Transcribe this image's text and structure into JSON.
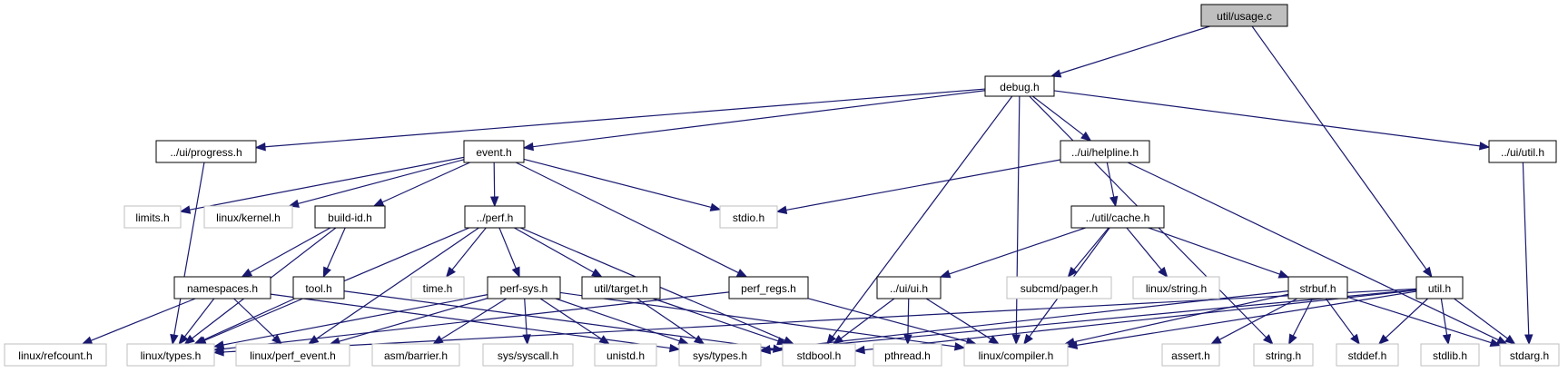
{
  "graph": {
    "title": "util/usage.c",
    "colors": {
      "edge": "#191970",
      "documented_border": "#000000",
      "external_border": "#bfbfbf",
      "root_fill": "#bfbfbf"
    },
    "nodes": [
      {
        "id": "usage",
        "label": "util/usage.c",
        "kind": "root"
      },
      {
        "id": "debug",
        "label": "debug.h",
        "kind": "doc"
      },
      {
        "id": "progress",
        "label": "../ui/progress.h",
        "kind": "doc"
      },
      {
        "id": "event",
        "label": "event.h",
        "kind": "doc"
      },
      {
        "id": "helpline",
        "label": "../ui/helpline.h",
        "kind": "doc"
      },
      {
        "id": "uiutil",
        "label": "../ui/util.h",
        "kind": "doc"
      },
      {
        "id": "limits",
        "label": "limits.h",
        "kind": "ext"
      },
      {
        "id": "kernel",
        "label": "linux/kernel.h",
        "kind": "ext"
      },
      {
        "id": "buildid",
        "label": "build-id.h",
        "kind": "doc"
      },
      {
        "id": "perf",
        "label": "../perf.h",
        "kind": "doc"
      },
      {
        "id": "stdio",
        "label": "stdio.h",
        "kind": "ext"
      },
      {
        "id": "cache",
        "label": "../util/cache.h",
        "kind": "doc"
      },
      {
        "id": "namespaces",
        "label": "namespaces.h",
        "kind": "doc"
      },
      {
        "id": "tool",
        "label": "tool.h",
        "kind": "doc"
      },
      {
        "id": "time",
        "label": "time.h",
        "kind": "ext"
      },
      {
        "id": "perfsys",
        "label": "perf-sys.h",
        "kind": "doc"
      },
      {
        "id": "target",
        "label": "util/target.h",
        "kind": "doc"
      },
      {
        "id": "perfregs",
        "label": "perf_regs.h",
        "kind": "doc"
      },
      {
        "id": "uiui",
        "label": "../ui/ui.h",
        "kind": "doc"
      },
      {
        "id": "pager",
        "label": "subcmd/pager.h",
        "kind": "ext"
      },
      {
        "id": "lstring",
        "label": "linux/string.h",
        "kind": "ext"
      },
      {
        "id": "strbuf",
        "label": "strbuf.h",
        "kind": "doc"
      },
      {
        "id": "util",
        "label": "util.h",
        "kind": "doc"
      },
      {
        "id": "refcount",
        "label": "linux/refcount.h",
        "kind": "ext"
      },
      {
        "id": "types",
        "label": "linux/types.h",
        "kind": "ext"
      },
      {
        "id": "perfevent",
        "label": "linux/perf_event.h",
        "kind": "ext"
      },
      {
        "id": "barrier",
        "label": "asm/barrier.h",
        "kind": "ext"
      },
      {
        "id": "syscall",
        "label": "sys/syscall.h",
        "kind": "ext"
      },
      {
        "id": "unistd",
        "label": "unistd.h",
        "kind": "ext"
      },
      {
        "id": "systypes",
        "label": "sys/types.h",
        "kind": "ext"
      },
      {
        "id": "stdbool",
        "label": "stdbool.h",
        "kind": "ext"
      },
      {
        "id": "pthread",
        "label": "pthread.h",
        "kind": "ext"
      },
      {
        "id": "compiler",
        "label": "linux/compiler.h",
        "kind": "ext"
      },
      {
        "id": "assert",
        "label": "assert.h",
        "kind": "ext"
      },
      {
        "id": "string",
        "label": "string.h",
        "kind": "ext"
      },
      {
        "id": "stddef",
        "label": "stddef.h",
        "kind": "ext"
      },
      {
        "id": "stdlib",
        "label": "stdlib.h",
        "kind": "ext"
      },
      {
        "id": "stdarg",
        "label": "stdarg.h",
        "kind": "ext"
      }
    ],
    "edges": [
      [
        "usage",
        "debug"
      ],
      [
        "usage",
        "util"
      ],
      [
        "debug",
        "progress"
      ],
      [
        "debug",
        "event"
      ],
      [
        "debug",
        "helpline"
      ],
      [
        "debug",
        "uiutil"
      ],
      [
        "debug",
        "stdbool"
      ],
      [
        "debug",
        "compiler"
      ],
      [
        "debug",
        "string"
      ],
      [
        "progress",
        "types"
      ],
      [
        "event",
        "limits"
      ],
      [
        "event",
        "kernel"
      ],
      [
        "event",
        "buildid"
      ],
      [
        "event",
        "perf"
      ],
      [
        "event",
        "stdio"
      ],
      [
        "event",
        "perfregs"
      ],
      [
        "helpline",
        "stdio"
      ],
      [
        "helpline",
        "cache"
      ],
      [
        "helpline",
        "stdarg"
      ],
      [
        "uiutil",
        "stdarg"
      ],
      [
        "buildid",
        "namespaces"
      ],
      [
        "buildid",
        "tool"
      ],
      [
        "buildid",
        "types"
      ],
      [
        "perf",
        "time"
      ],
      [
        "perf",
        "perfsys"
      ],
      [
        "perf",
        "target"
      ],
      [
        "perf",
        "types"
      ],
      [
        "perf",
        "perfevent"
      ],
      [
        "perf",
        "stdbool"
      ],
      [
        "cache",
        "uiui"
      ],
      [
        "cache",
        "pager"
      ],
      [
        "cache",
        "lstring"
      ],
      [
        "cache",
        "strbuf"
      ],
      [
        "cache",
        "compiler"
      ],
      [
        "namespaces",
        "refcount"
      ],
      [
        "namespaces",
        "types"
      ],
      [
        "namespaces",
        "perfevent"
      ],
      [
        "namespaces",
        "systypes"
      ],
      [
        "tool",
        "types"
      ],
      [
        "tool",
        "stdbool"
      ],
      [
        "perfsys",
        "types"
      ],
      [
        "perfsys",
        "perfevent"
      ],
      [
        "perfsys",
        "barrier"
      ],
      [
        "perfsys",
        "syscall"
      ],
      [
        "perfsys",
        "unistd"
      ],
      [
        "perfsys",
        "systypes"
      ],
      [
        "perfsys",
        "compiler"
      ],
      [
        "target",
        "systypes"
      ],
      [
        "target",
        "stdbool"
      ],
      [
        "perfregs",
        "types"
      ],
      [
        "perfregs",
        "compiler"
      ],
      [
        "uiui",
        "stdbool"
      ],
      [
        "uiui",
        "pthread"
      ],
      [
        "uiui",
        "compiler"
      ],
      [
        "strbuf",
        "assert"
      ],
      [
        "strbuf",
        "string"
      ],
      [
        "strbuf",
        "stddef"
      ],
      [
        "strbuf",
        "stdarg"
      ],
      [
        "strbuf",
        "compiler"
      ],
      [
        "strbuf",
        "systypes"
      ],
      [
        "util",
        "stdbool"
      ],
      [
        "util",
        "stddef"
      ],
      [
        "util",
        "stdlib"
      ],
      [
        "util",
        "stdarg"
      ],
      [
        "util",
        "compiler"
      ],
      [
        "util",
        "systypes"
      ],
      [
        "util",
        "types"
      ]
    ]
  }
}
